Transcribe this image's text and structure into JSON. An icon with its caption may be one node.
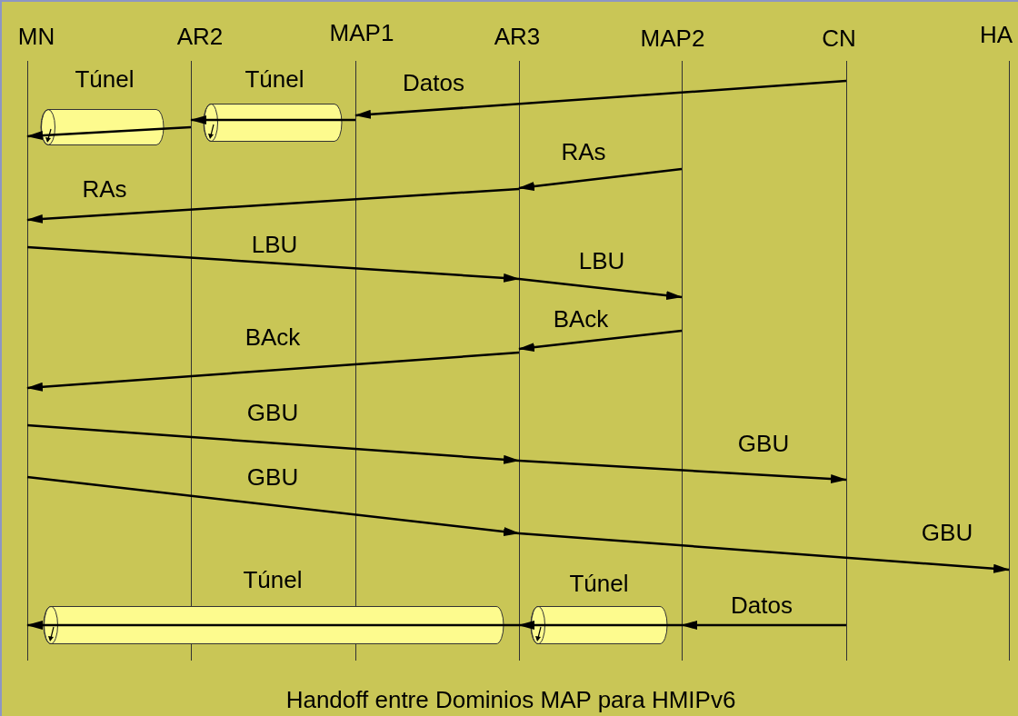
{
  "diagram": {
    "caption": "Handoff entre Dominios MAP para HMIPv6",
    "nodes": [
      {
        "text": [
          "MN"
        ]
      },
      {
        "text": [
          "AR2"
        ]
      },
      {
        "text": [
          "MAP1"
        ]
      },
      {
        "text": [
          "AR3"
        ]
      },
      {
        "text": [
          "MAP2"
        ]
      },
      {
        "text": [
          "CN"
        ]
      },
      {
        "text": [
          "HA"
        ]
      }
    ],
    "edges": [
      {
        "from": 5,
        "to": 2,
        "arrow": "to",
        "label": "Datos"
      },
      {
        "from": 2,
        "to": 1,
        "arrow": "to",
        "label": "Túnel"
      },
      {
        "from": 1,
        "to": 0,
        "arrow": "to",
        "label": "Túnel"
      },
      {
        "from": 4,
        "to": 3,
        "arrow": "to",
        "label": "RAs"
      },
      {
        "from": 3,
        "to": 0,
        "arrow": "to",
        "label": "RAs"
      },
      {
        "from": 0,
        "to": 3,
        "arrow": "to",
        "label": "LBU"
      },
      {
        "from": 3,
        "to": 4,
        "arrow": "to",
        "label": "LBU"
      },
      {
        "from": 4,
        "to": 3,
        "arrow": "to",
        "label": "BAck"
      },
      {
        "from": 3,
        "to": 0,
        "arrow": "to",
        "label": "BAck"
      },
      {
        "from": 0,
        "to": 3,
        "arrow": "to",
        "label": "GBU"
      },
      {
        "from": 3,
        "to": 5,
        "arrow": "to",
        "label": "GBU"
      },
      {
        "from": 0,
        "to": 3,
        "arrow": "to",
        "label": "GBU"
      },
      {
        "from": 3,
        "to": 6,
        "arrow": "to",
        "label": "GBU"
      },
      {
        "from": 3,
        "to": 0,
        "arrow": "to",
        "label": "Túnel"
      },
      {
        "from": 4,
        "to": 3,
        "arrow": "to",
        "label": "Túnel"
      },
      {
        "from": 5,
        "to": 4,
        "arrow": "to",
        "label": "Datos"
      }
    ]
  }
}
